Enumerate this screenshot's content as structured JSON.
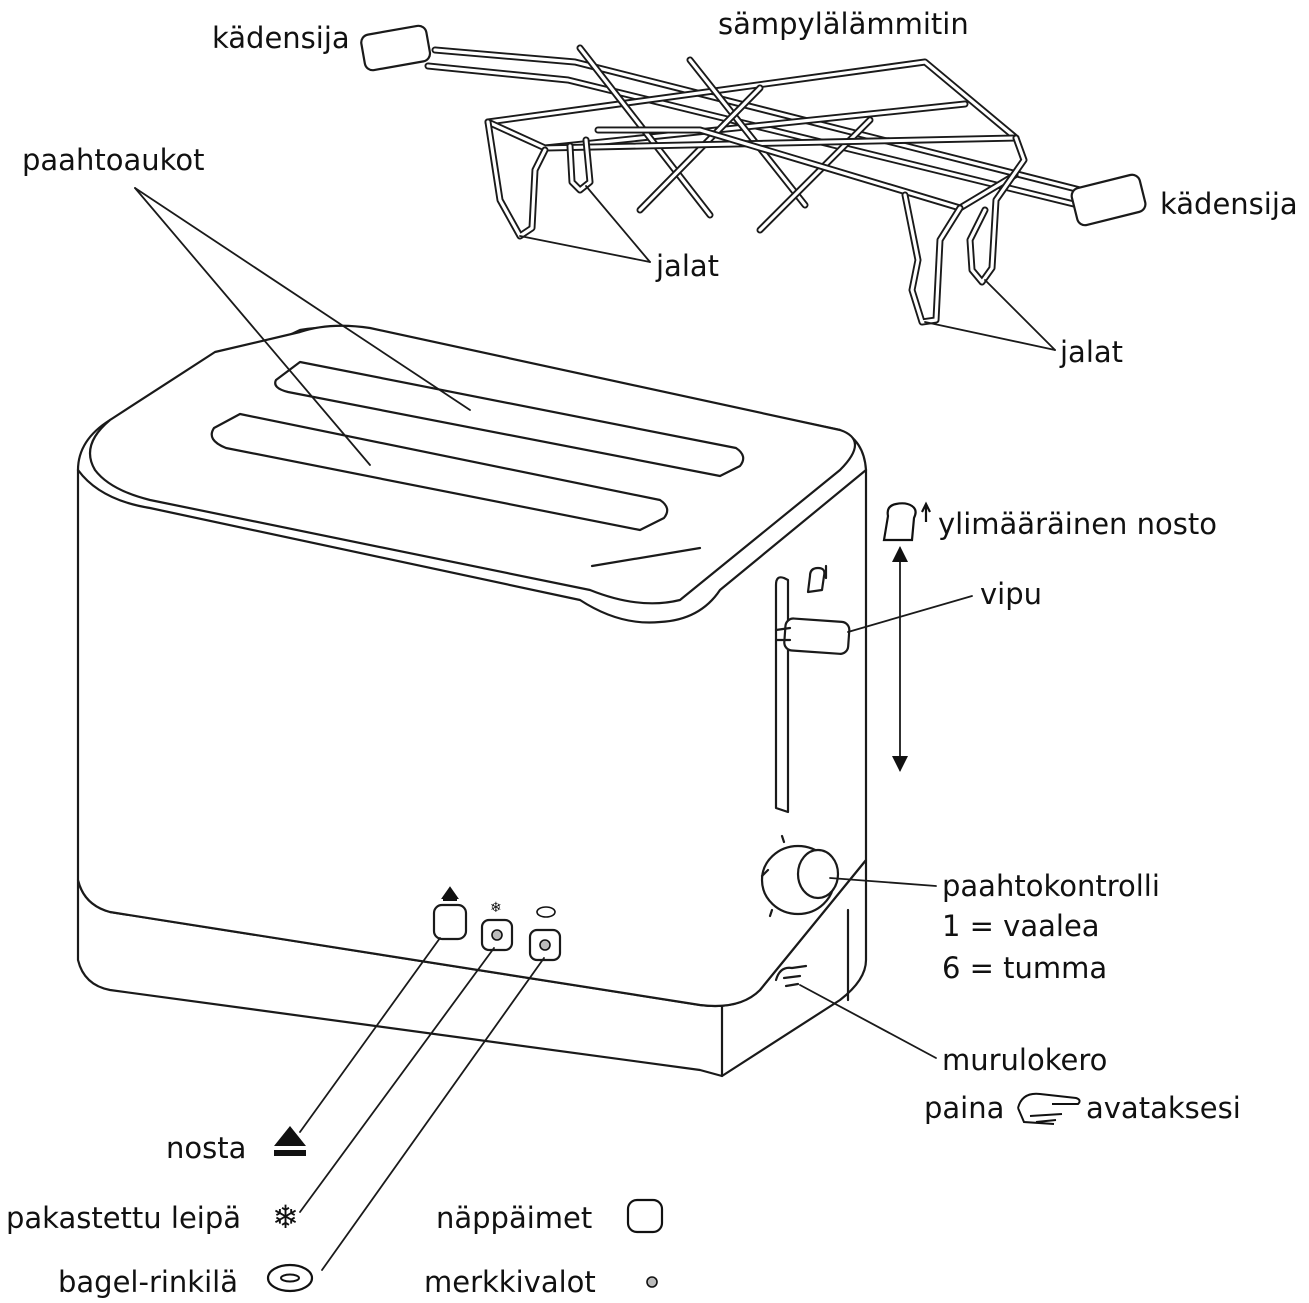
{
  "labels": {
    "bun_warmer": "sämpylälämmitin",
    "handle_left": "kädensija",
    "handle_right": "kädensija",
    "slots": "paahtoaukot",
    "legs_top": "jalat",
    "legs_bottom": "jalat",
    "extra_lift": "ylimääräinen nosto",
    "lever": "vipu",
    "browning_control": "paahtokontrolli",
    "browning_min": "1 = vaalea",
    "browning_max": "6 = tumma",
    "crumb_tray": "murulokero",
    "crumb_tray_press": "paina",
    "crumb_tray_open": "avataksesi",
    "lift": "nosta",
    "frozen_bread": "pakastettu leipä",
    "bagel": "bagel-rinkilä",
    "buttons": "näppäimet",
    "indicator_lights": "merkkivalot"
  },
  "icons": {
    "lift": "eject-icon",
    "frozen": "snowflake-icon",
    "bagel": "bagel-icon",
    "button": "rounded-square-icon",
    "light": "dot-icon",
    "press": "pointing-hand-icon",
    "extra_lift": "toast-up-icon"
  }
}
